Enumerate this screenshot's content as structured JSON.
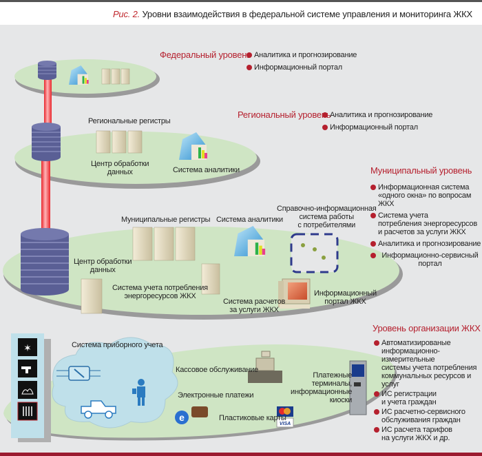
{
  "caption": {
    "figure_label": "Рис. 2.",
    "title": "Уровни взаимодействия в федеральной системе управления и мониторинга ЖКХ"
  },
  "levels": {
    "federal": {
      "title": "Федеральный уровень",
      "items": [
        "Аналитика и прогнозирование",
        "Информационный портал"
      ]
    },
    "regional": {
      "title": "Региональный уровень",
      "items": [
        "Аналитика и прогнозирование",
        "Информационный портал"
      ],
      "labels": {
        "registers": "Региональные регистры",
        "data_center": "Центр обработки\nданных",
        "analytics": "Система аналитики"
      }
    },
    "municipal": {
      "title": "Муниципальный уровень",
      "items": [
        "Информационная система\n«одного окна» по вопросам ЖКХ",
        "Система учета\nпотребления энергоресурсов\nи расчетов за услуги ЖКХ",
        "Аналитика и прогнозирование",
        "Информационно-сервисный\nпортал"
      ],
      "labels": {
        "registers": "Муниципальные регистры",
        "analytics": "Система аналитики",
        "reference_system": "Справочно-информационная\nсистема работы\nс потребителями",
        "data_center": "Центр обработки\nданных",
        "energy_accounting": "Система учета потребления\nэнергоресурсов ЖКХ",
        "billing": "Система расчетов\nза услуги ЖКХ",
        "portal": "Информационный\nпортал ЖКХ"
      }
    },
    "organization": {
      "title": "Уровень организации ЖКХ",
      "items": [
        "Автоматизированые\nинформационно-измерительные\nсистемы учета потребления\nкоммунальных ресурсов и услуг",
        "ИС регистрации\nи учета граждан",
        "ИС расчетно-сервисного\nобслуживания граждан",
        "ИС расчета тарифов\nна услуги ЖКХ и др."
      ],
      "labels": {
        "metering": "Система приборного учета",
        "cashier": "Кассовое обслуживание",
        "e_payments": "Электронные платежи",
        "cards": "Пластиковые карты",
        "terminals": "Платежные\nтерминалы,\nинформационные\nкиоски"
      },
      "card_brands": [
        "MasterCard",
        "VISA"
      ]
    }
  },
  "icons": {
    "resources": [
      "electricity-icon",
      "water-tap-icon",
      "gas-flame-icon",
      "radiator-icon"
    ]
  },
  "colors": {
    "accent_red": "#b5202e",
    "platform_green": "#cfe5c4",
    "database_blue": "#5a5f95",
    "cloud_blue": "#bfe0ea",
    "background": "#e6e7e8"
  }
}
